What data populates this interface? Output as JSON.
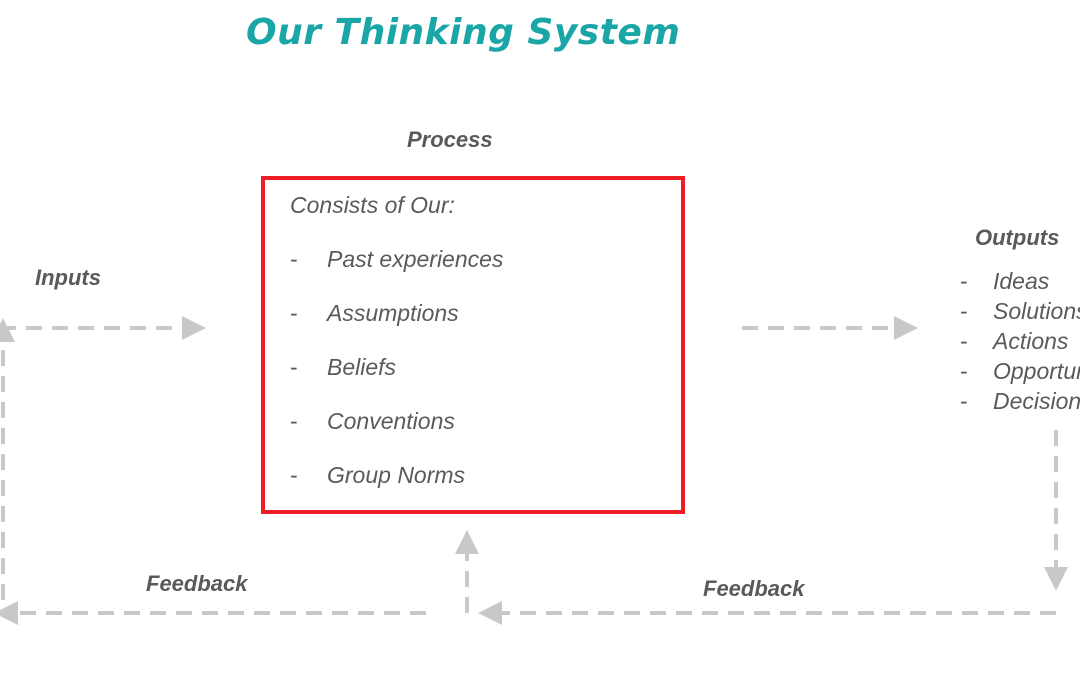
{
  "title": "Our Thinking System",
  "labels": {
    "process": "Process",
    "inputs": "Inputs",
    "outputs": "Outputs",
    "feedback_left": "Feedback",
    "feedback_right": "Feedback"
  },
  "process": {
    "heading": "Consists of Our:",
    "bullet": "-",
    "items": [
      "Past experiences",
      "Assumptions",
      "Beliefs",
      "Conventions",
      "Group Norms"
    ]
  },
  "outputs": {
    "bullet": "-",
    "items": [
      "Ideas",
      "Solutions",
      "Actions",
      "Opportunities",
      "Decisions"
    ]
  },
  "colors": {
    "title": "#1aa6a6",
    "box_border": "#ee1c25",
    "arrow": "#c8c8c8",
    "text": "#5a5a5a"
  }
}
